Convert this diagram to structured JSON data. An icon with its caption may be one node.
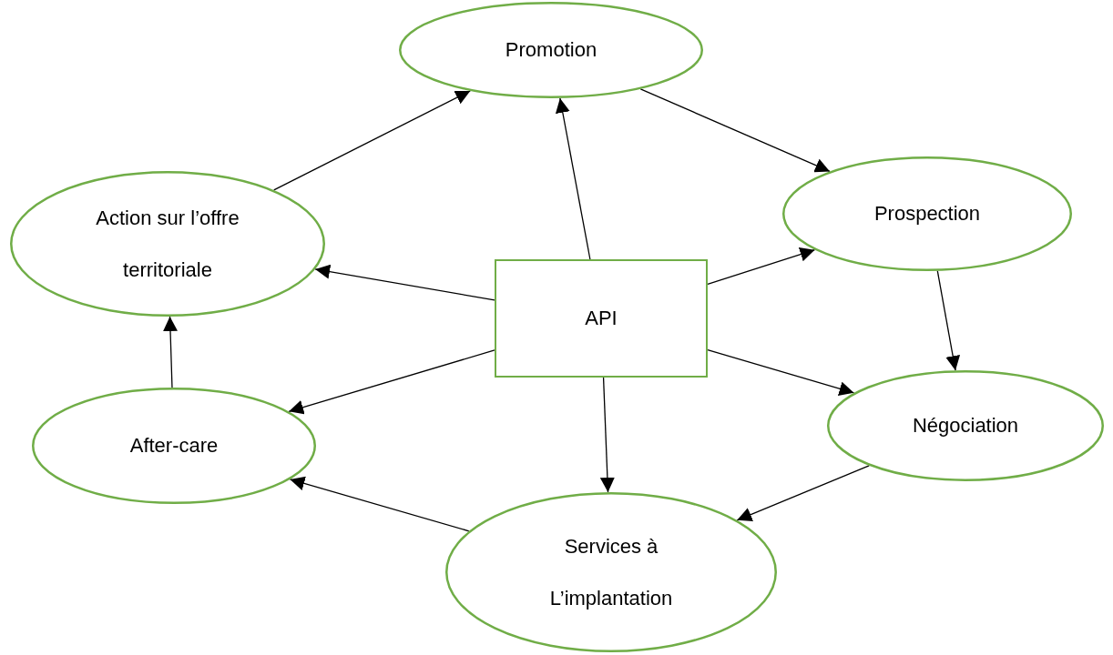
{
  "diagram": {
    "nodes": [
      {
        "text": [
          "Promotion"
        ]
      },
      {
        "text": [
          "Action sur l’offre territoriale"
        ]
      },
      {
        "text": [
          "Prospection"
        ]
      },
      {
        "text": [
          "API"
        ]
      },
      {
        "text": [
          "Négociation"
        ]
      },
      {
        "text": [
          "After-care"
        ]
      },
      {
        "text": [
          "Services à L’implantation"
        ]
      }
    ],
    "edges": [
      {
        "from": 1,
        "to": 0,
        "arrow": "to"
      },
      {
        "from": 0,
        "to": 2,
        "arrow": "to"
      },
      {
        "from": 2,
        "to": 4,
        "arrow": "to"
      },
      {
        "from": 4,
        "to": 6,
        "arrow": "to"
      },
      {
        "from": 6,
        "to": 5,
        "arrow": "to"
      },
      {
        "from": 5,
        "to": 1,
        "arrow": "to"
      },
      {
        "from": 3,
        "to": 0,
        "arrow": "to"
      },
      {
        "from": 3,
        "to": 2,
        "arrow": "to"
      },
      {
        "from": 3,
        "to": 4,
        "arrow": "to"
      },
      {
        "from": 3,
        "to": 6,
        "arrow": "to"
      },
      {
        "from": 3,
        "to": 5,
        "arrow": "to"
      },
      {
        "from": 3,
        "to": 1,
        "arrow": "to"
      }
    ]
  }
}
